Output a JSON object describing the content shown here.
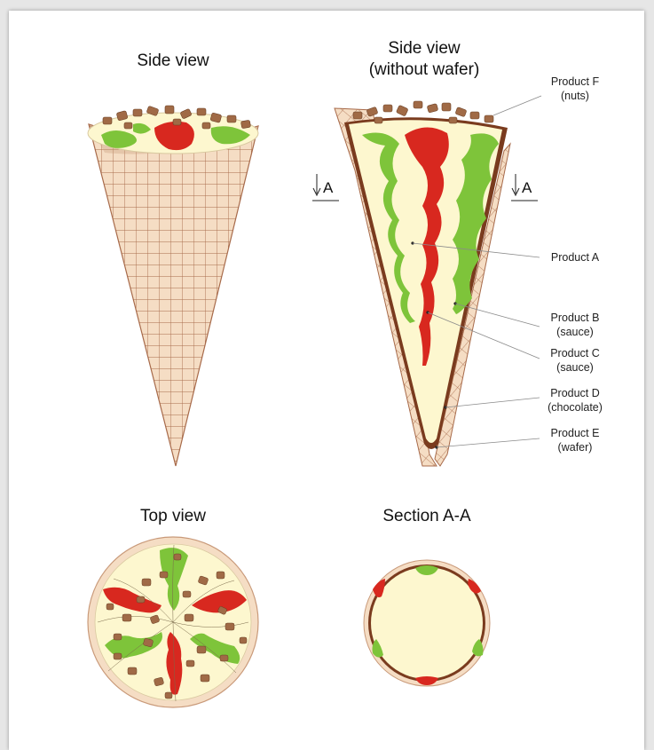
{
  "colors": {
    "cream": "#fdf7cf",
    "wafer": "#f5ddc4",
    "wafer_grid": "#a76a4a",
    "chocolate": "#7a3b1e",
    "sauce_green": "#7ec43a",
    "sauce_red": "#d8281f",
    "nut_brown": "#a06a46"
  },
  "titles": {
    "side_view": "Side view",
    "side_view_no_wafer_line1": "Side view",
    "side_view_no_wafer_line2": "(without wafer)",
    "top_view": "Top view",
    "section": "Section A-A"
  },
  "section_markers": [
    "A",
    "A"
  ],
  "labels": [
    {
      "id": "product-f",
      "line1": "Product F",
      "line2": "(nuts)"
    },
    {
      "id": "product-a",
      "line1": "Product A",
      "line2": ""
    },
    {
      "id": "product-b",
      "line1": "Product B",
      "line2": "(sauce)"
    },
    {
      "id": "product-c",
      "line1": "Product C",
      "line2": "(sauce)"
    },
    {
      "id": "product-d",
      "line1": "Product D",
      "line2": "(chocolate)"
    },
    {
      "id": "product-e",
      "line1": "Product E",
      "line2": "(wafer)"
    }
  ]
}
